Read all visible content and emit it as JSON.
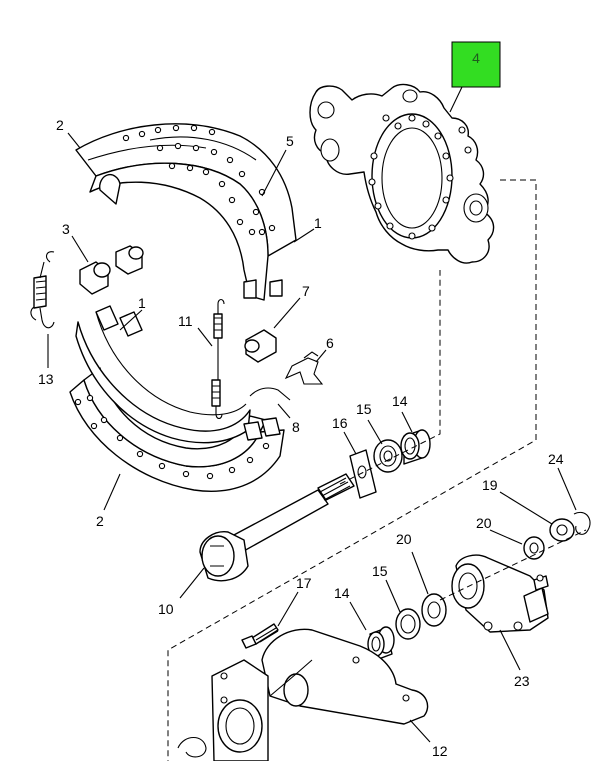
{
  "highlight": {
    "label": "4",
    "fill_color": "#33dd22",
    "border_color": "#000000"
  },
  "callouts": [
    {
      "id": "c-2a",
      "label": "2"
    },
    {
      "id": "c-5",
      "label": "5"
    },
    {
      "id": "c-1a",
      "label": "1"
    },
    {
      "id": "c-3",
      "label": "3"
    },
    {
      "id": "c-1b",
      "label": "1"
    },
    {
      "id": "c-7",
      "label": "7"
    },
    {
      "id": "c-11",
      "label": "11"
    },
    {
      "id": "c-6",
      "label": "6"
    },
    {
      "id": "c-13",
      "label": "13"
    },
    {
      "id": "c-8",
      "label": "8"
    },
    {
      "id": "c-16",
      "label": "16"
    },
    {
      "id": "c-15a",
      "label": "15"
    },
    {
      "id": "c-14a",
      "label": "14"
    },
    {
      "id": "c-2b",
      "label": "2"
    },
    {
      "id": "c-24",
      "label": "24"
    },
    {
      "id": "c-19",
      "label": "19"
    },
    {
      "id": "c-20a",
      "label": "20"
    },
    {
      "id": "c-20b",
      "label": "20"
    },
    {
      "id": "c-17",
      "label": "17"
    },
    {
      "id": "c-15b",
      "label": "15"
    },
    {
      "id": "c-14b",
      "label": "14"
    },
    {
      "id": "c-10",
      "label": "10"
    },
    {
      "id": "c-23",
      "label": "23"
    },
    {
      "id": "c-12",
      "label": "12"
    }
  ]
}
